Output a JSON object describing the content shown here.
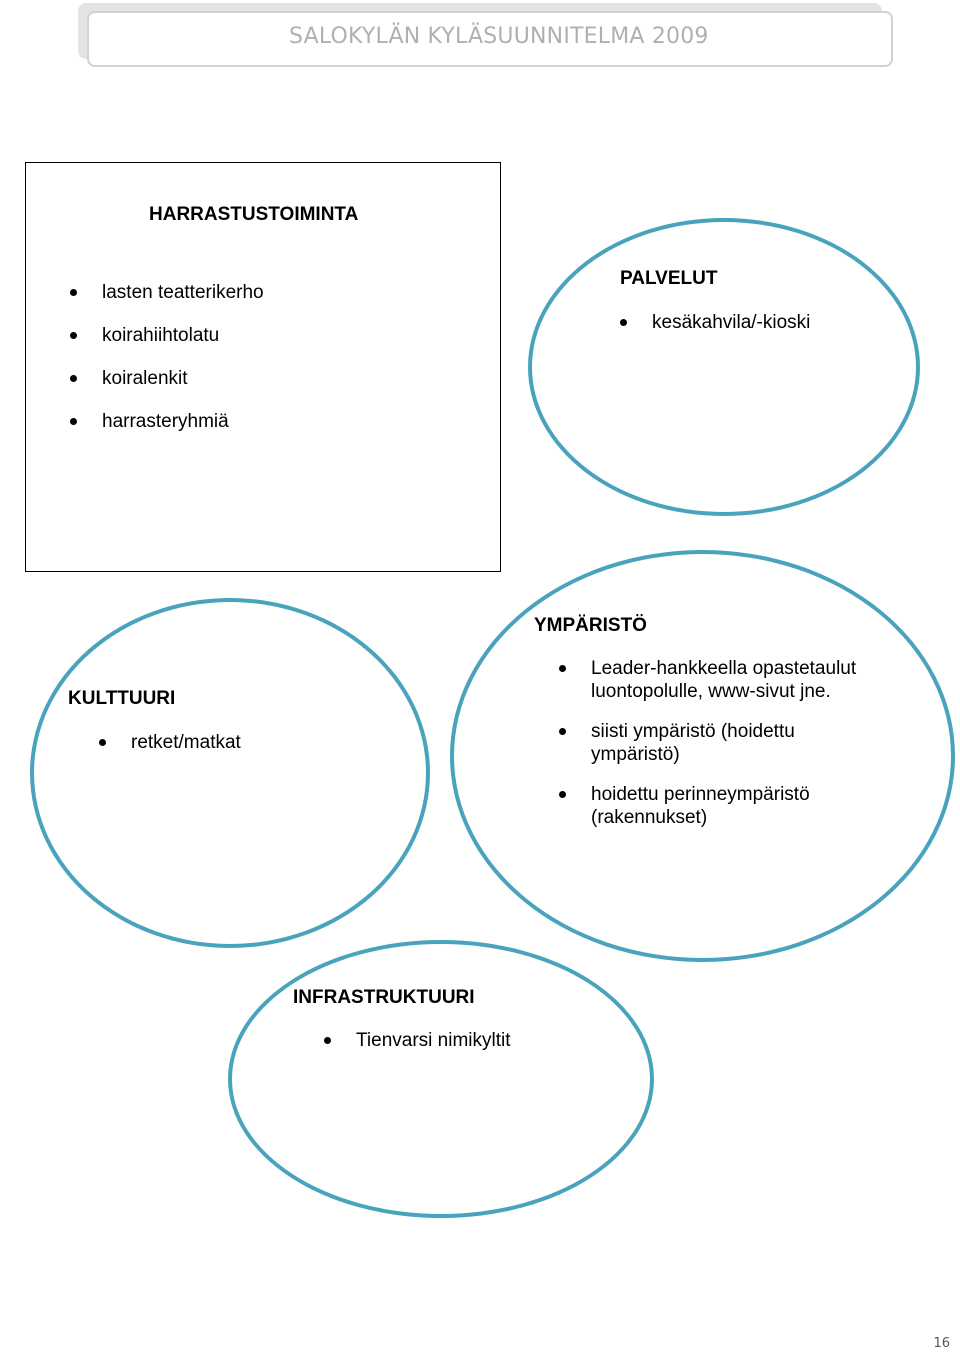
{
  "header": {
    "title": "SALOKYLÄN KYLÄSUUNNITELMA 2009"
  },
  "harrastustoiminta": {
    "heading": "HARRASTUSTOIMINTA",
    "items": [
      "lasten teatterikerho",
      "koirahiihtolatu",
      "koiralenkit",
      "harrasteryhmiä"
    ]
  },
  "palvelut": {
    "heading": "PALVELUT",
    "items": [
      "kesäkahvila/-kioski"
    ]
  },
  "kulttuuri": {
    "heading": "KULTTUURI",
    "items": [
      "retket/matkat"
    ]
  },
  "ymparisto": {
    "heading": "YMPÄRISTÖ",
    "items": [
      [
        "Leader-hankkeella opastetaulut",
        "luontopolulle, www-sivut jne."
      ],
      [
        "siisti ympäristö (hoidettu",
        "ympäristö)"
      ],
      [
        "hoidettu perinneympäristö",
        "(rakennukset)"
      ]
    ]
  },
  "infrastruktuuri": {
    "heading": "INFRASTRUKTUURI",
    "items": [
      "Tienvarsi nimikyltit"
    ]
  },
  "footer": {
    "page_number": "16"
  }
}
